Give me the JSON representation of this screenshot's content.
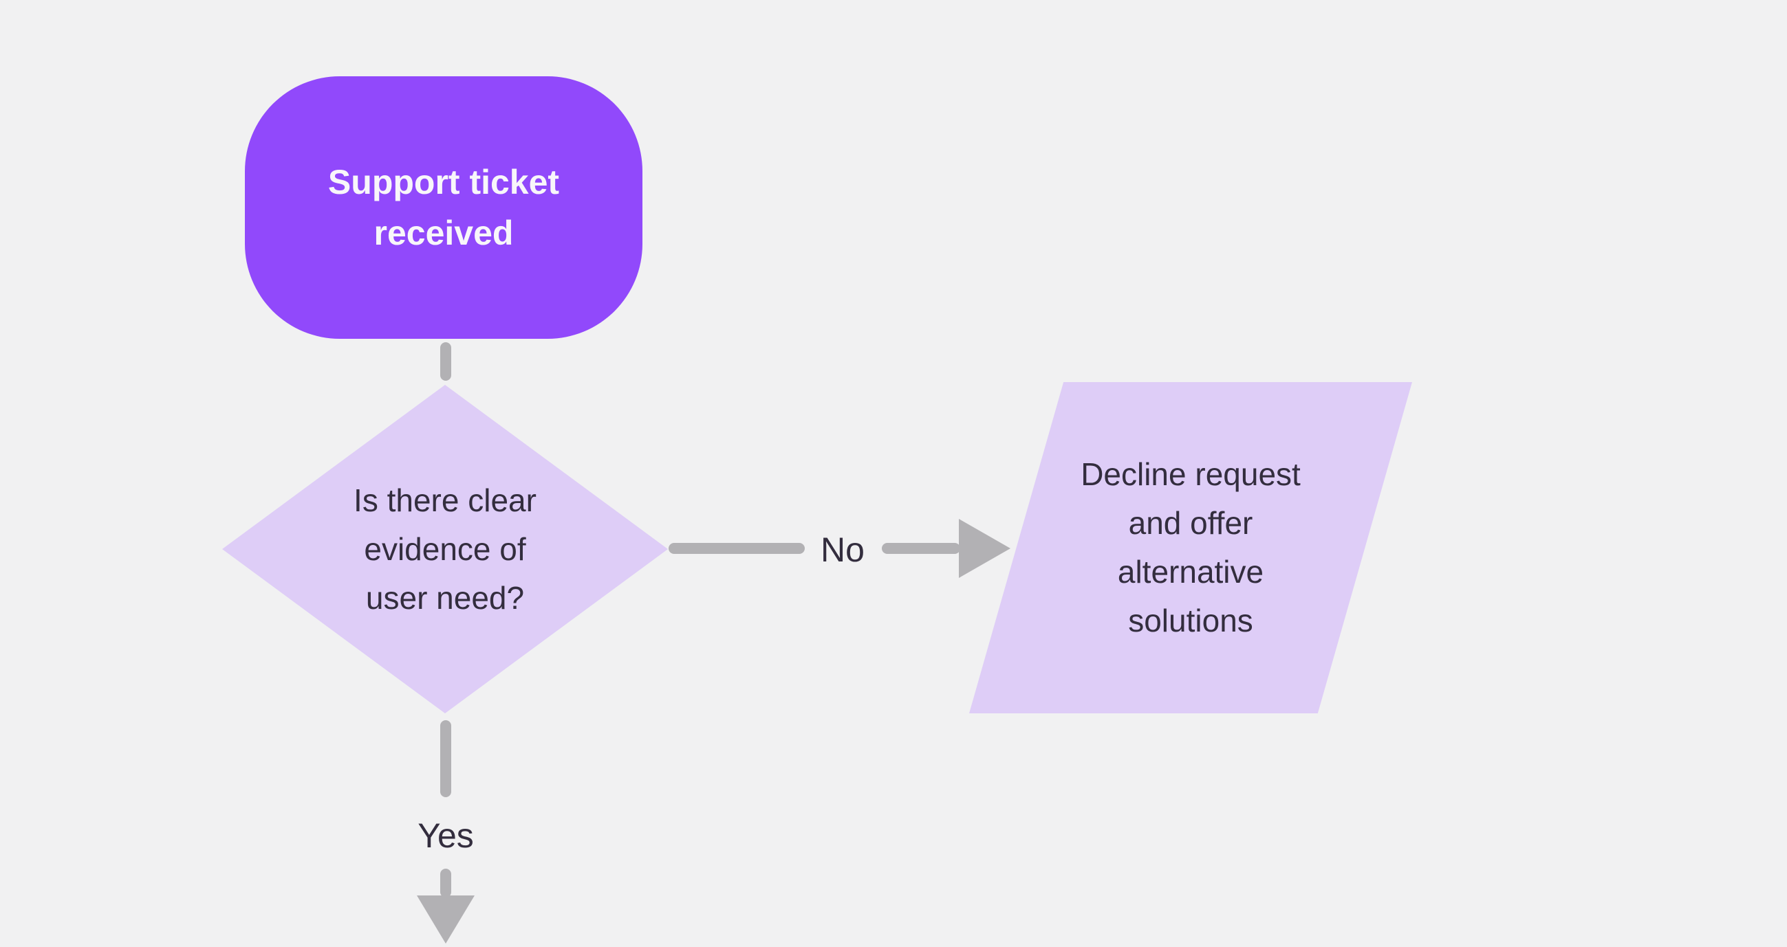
{
  "colors": {
    "background": "#F1F1F2",
    "primary_node_fill": "#9149FB",
    "secondary_node_fill": "#DECDF7",
    "connector_gray": "#B2B1B4",
    "text_dark": "#332D3E",
    "text_light": "#F8F6FA"
  },
  "nodes": {
    "start": {
      "shape": "rounded-rectangle",
      "label": "Support ticket received"
    },
    "decision": {
      "shape": "diamond",
      "label": "Is there clear evidence of user need?"
    },
    "decline": {
      "shape": "parallelogram",
      "label": "Decline request and offer alternative solutions"
    }
  },
  "edges": {
    "start_to_decision": {
      "from": "start",
      "to": "decision",
      "label": ""
    },
    "no": {
      "from": "decision",
      "to": "decline",
      "label": "No"
    },
    "yes": {
      "from": "decision",
      "to": "offscreen-bottom",
      "label": "Yes"
    }
  }
}
